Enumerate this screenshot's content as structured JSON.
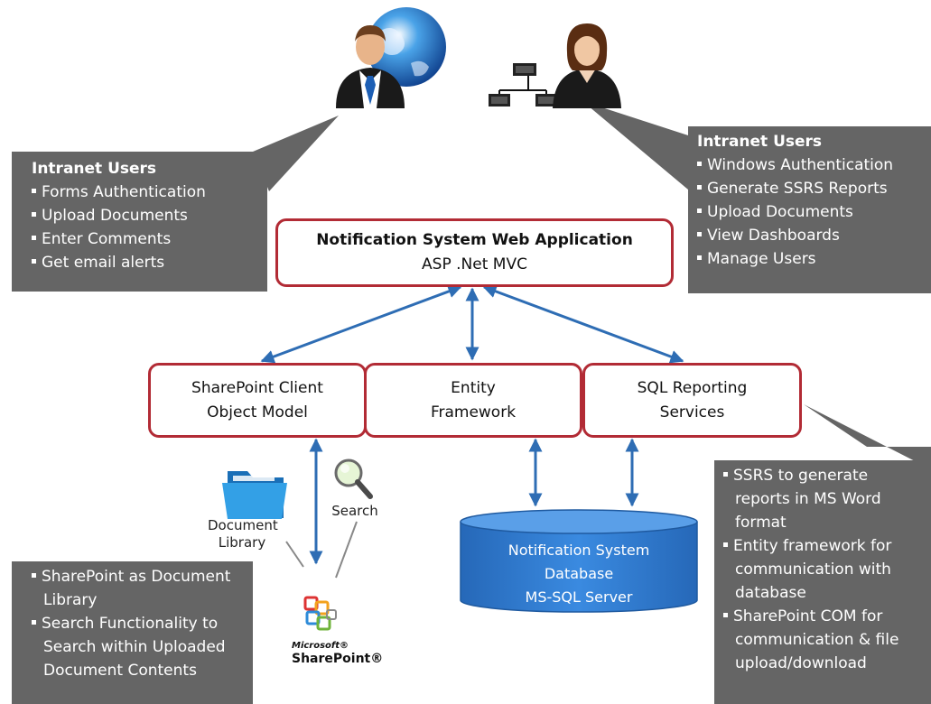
{
  "left_callout": {
    "title": "Intranet Users",
    "items": [
      "Forms Authentication",
      "Upload Documents",
      "Enter Comments",
      "Get email alerts"
    ]
  },
  "right_callout": {
    "title": "Intranet Users",
    "items": [
      "Windows Authentication",
      "Generate SSRS Reports",
      "Upload Documents",
      "View Dashboards",
      "Manage Users"
    ]
  },
  "web_app": {
    "title": "Notification System Web Application",
    "subtitle": "ASP .Net MVC"
  },
  "sharepoint_client": {
    "line1": "SharePoint Client",
    "line2": "Object Model"
  },
  "entity_framework": {
    "line1": "Entity",
    "line2": "Framework"
  },
  "sql_reporting": {
    "line1": "SQL Reporting",
    "line2": "Services"
  },
  "database": {
    "line1": "Notification System",
    "line2": "Database",
    "line3": "MS-SQL Server"
  },
  "doc_library": {
    "line1": "Document",
    "line2": "Library"
  },
  "search_label": "Search",
  "sharepoint_logo": {
    "microsoft": "Microsoft®",
    "sharepoint": "SharePoint®"
  },
  "bottom_left_callout": {
    "items": [
      "SharePoint as Document Library",
      "Search Functionality to Search within Uploaded Document Contents"
    ]
  },
  "bottom_right_callout": {
    "items": [
      "SSRS to generate reports in MS Word format",
      "Entity framework for communication with database",
      "SharePoint COM for communication & file upload/download"
    ]
  },
  "colors": {
    "callout_bg": "#656565",
    "box_border": "#b22b35",
    "arrow": "#2e6db4",
    "database_fill": "#2e7ad1"
  }
}
